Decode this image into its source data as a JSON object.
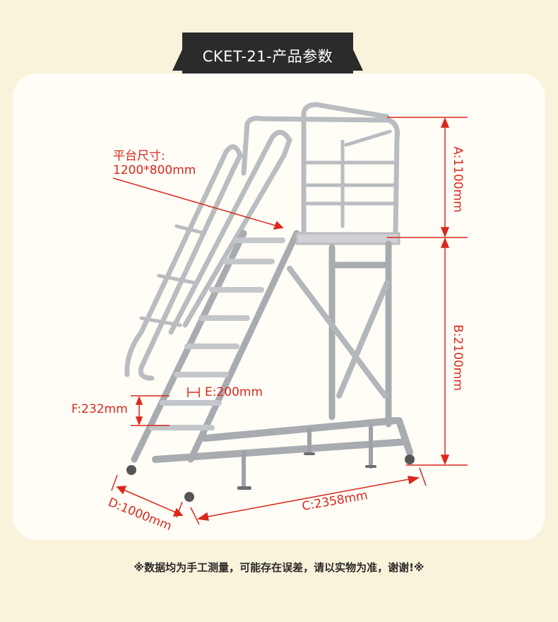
{
  "header": {
    "title": "CKET-21-产品参数"
  },
  "dimensions": {
    "platform_label": "平台尺寸:",
    "platform_value": "1200*800mm",
    "a": "A:1100mm",
    "b": "B:2100mm",
    "c": "C:2358mm",
    "d": "D:1000mm",
    "e": "E:200mm",
    "f": "F:232mm"
  },
  "footer": {
    "note": "※数据均为手工测量，可能存在误差，请以实物为准，谢谢!※"
  },
  "colors": {
    "dimension_red": "#d9291c",
    "tab_dark": "#2b2b2b",
    "page_bg": "#faf3db"
  }
}
